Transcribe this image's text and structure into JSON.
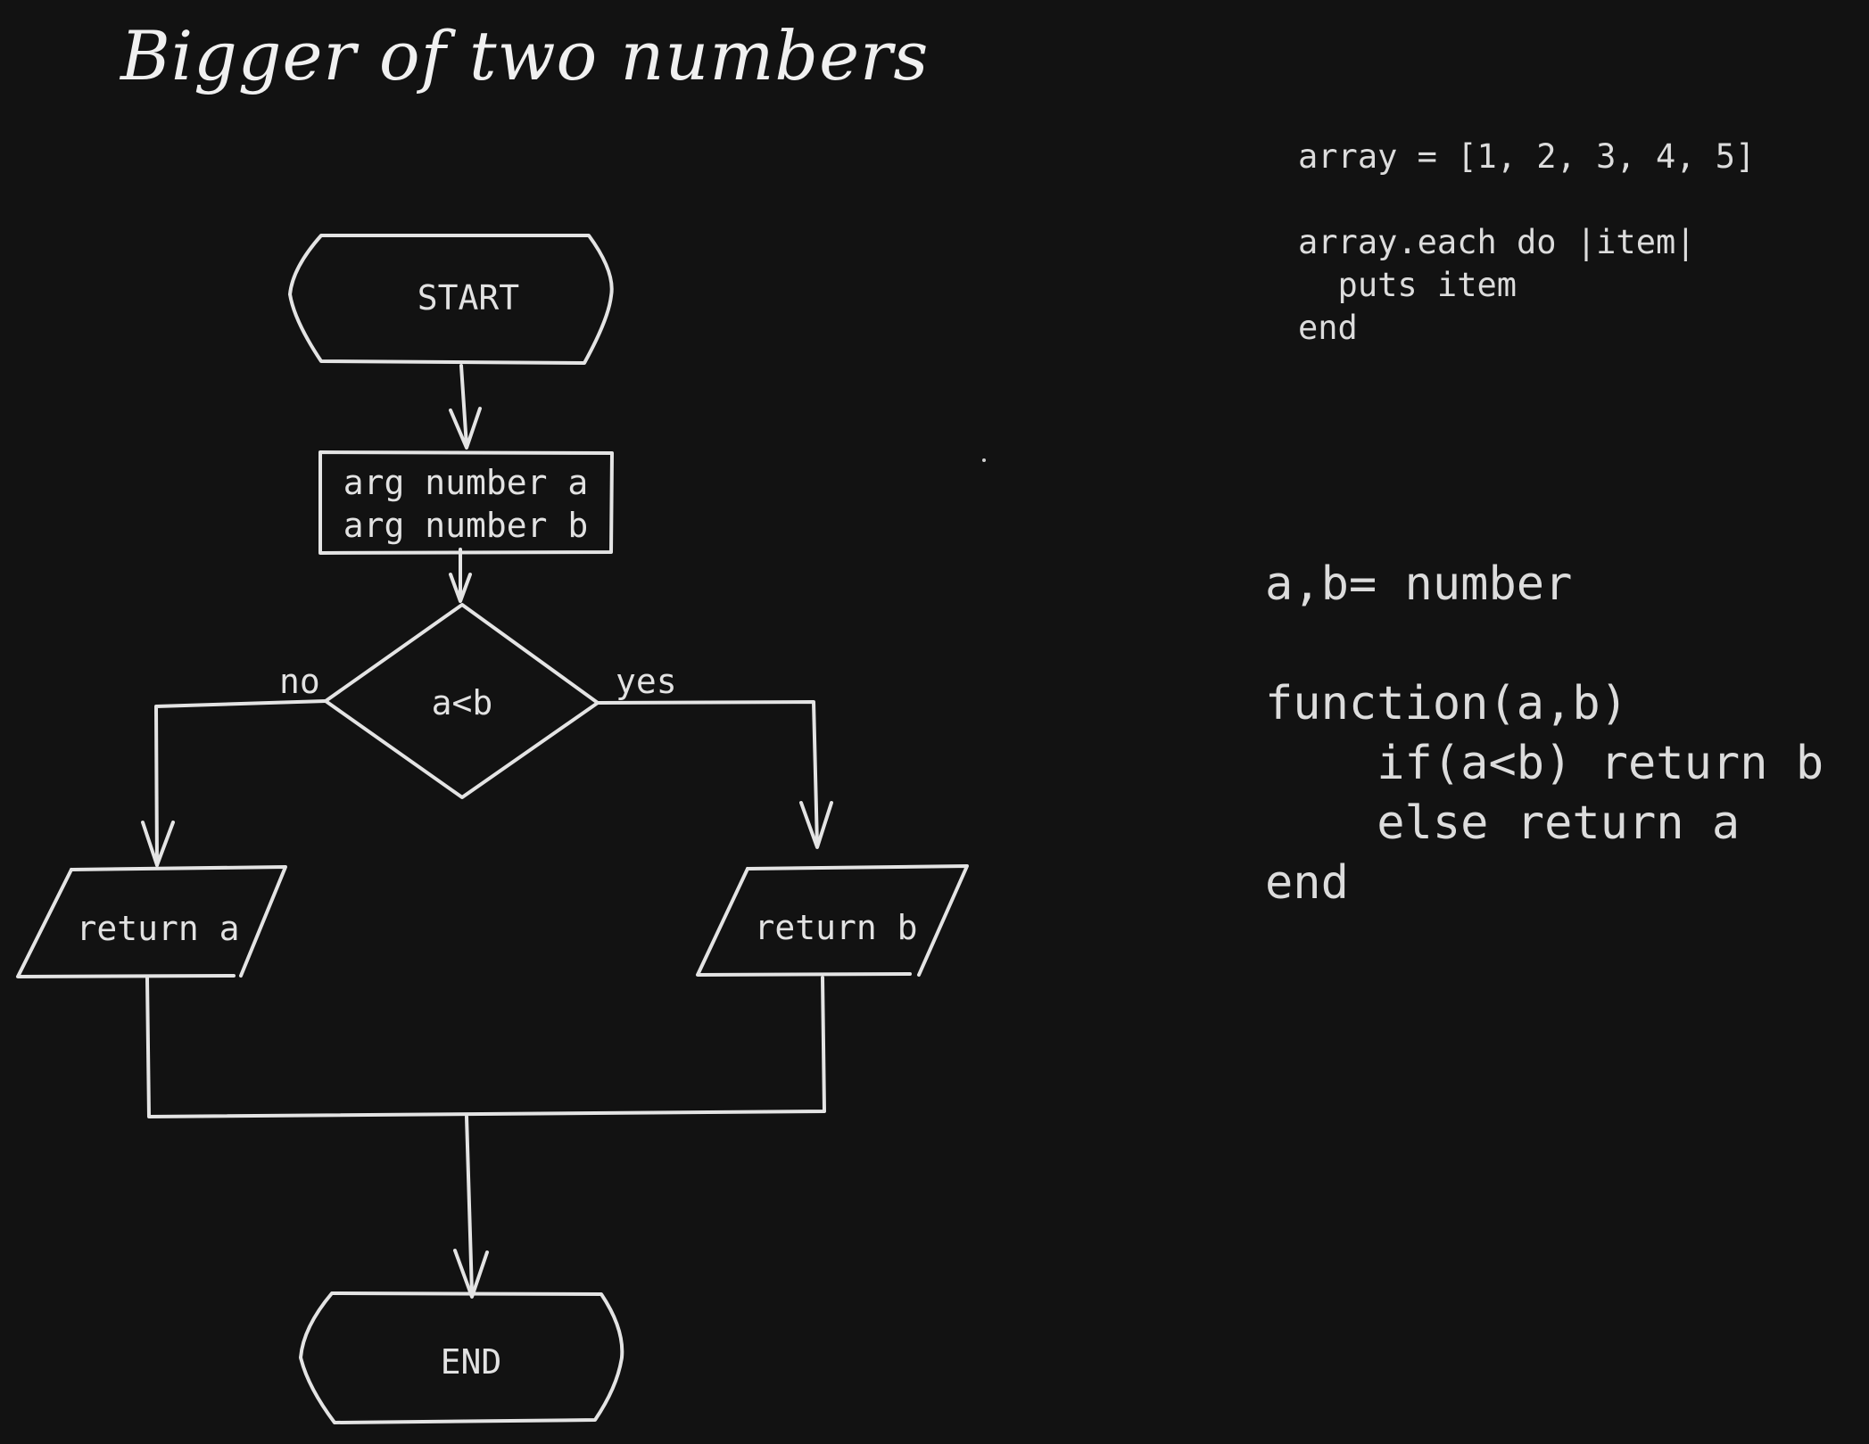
{
  "title": "Bigger of two numbers",
  "flowchart": {
    "start": "START",
    "args": [
      "arg number a",
      "arg number b"
    ],
    "decision": "a<b",
    "branch_no": "no",
    "branch_yes": "yes",
    "return_a": "return a",
    "return_b": "return b",
    "end": "END"
  },
  "code_small": {
    "lines": [
      "array = [1, 2, 3, 4, 5]",
      "",
      "array.each do |item|",
      "  puts item",
      "end"
    ]
  },
  "code_large": {
    "lines": [
      "a,b= number",
      "",
      "function(a,b)",
      "    if(a<b) return b",
      "    else return a",
      "end"
    ]
  },
  "colors": {
    "background": "#121212",
    "stroke": "#e4e4e4",
    "text": "#e2e2e2"
  }
}
